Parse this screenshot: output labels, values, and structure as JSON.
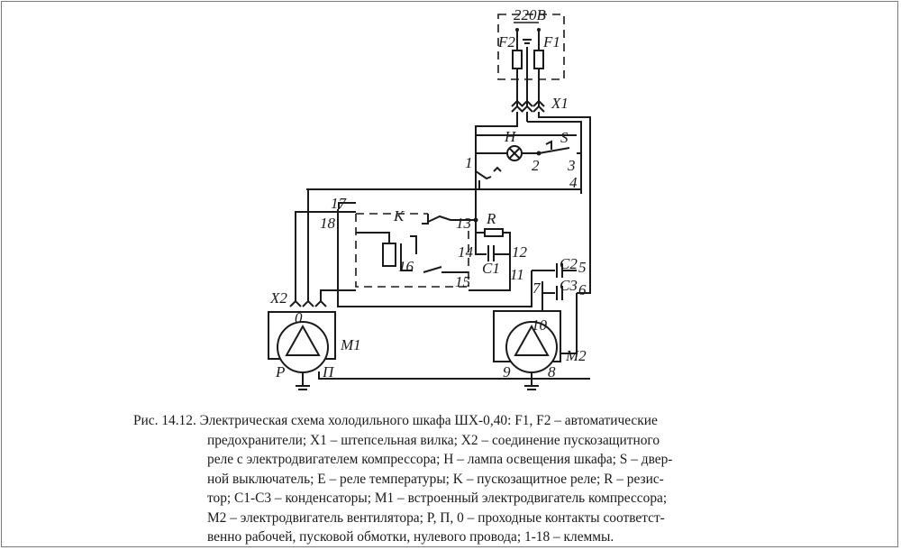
{
  "diagram": {
    "labels": {
      "supply": "220В",
      "fuse_f1": "F1",
      "fuse_f2": "F2",
      "plug_x1": "X1",
      "lamp_h": "H",
      "switch_s": "S",
      "relay_k": "K",
      "resistor_r": "R",
      "cap_c1": "C1",
      "cap_c2": "C2",
      "cap_c3": "C3",
      "motor_m1": "M1",
      "motor_m2": "M2",
      "connector_x2": "X2",
      "contact_p": "Р",
      "contact_pi": "П",
      "contact_0": "0"
    },
    "terminals": [
      "1",
      "2",
      "3",
      "4",
      "5",
      "6",
      "7",
      "8",
      "9",
      "10",
      "11",
      "12",
      "13",
      "14",
      "15",
      "16",
      "17",
      "18"
    ]
  },
  "caption": {
    "lines": [
      "Рис. 14.12. Электрическая схема холодильного шкафа ШХ-0,40: F1, F2 – автоматические",
      "предохранители; X1 – штепсельная вилка; X2 – соединение пускозащитного",
      "реле с электродвигателем компрессора; H – лампа освещения шкафа; S – двер-",
      "ной выключатель; E – реле температуры; K – пускозащитное реле; R – резис-",
      "тор; C1-C3 – конденсаторы; M1 – встроенный электродвигатель компрессора;",
      "M2 – электродвигатель вентилятора; P, П, 0 – проходные контакты соответст-",
      "венно рабочей, пусковой обмотки, нулевого провода; 1-18 – клеммы."
    ]
  }
}
